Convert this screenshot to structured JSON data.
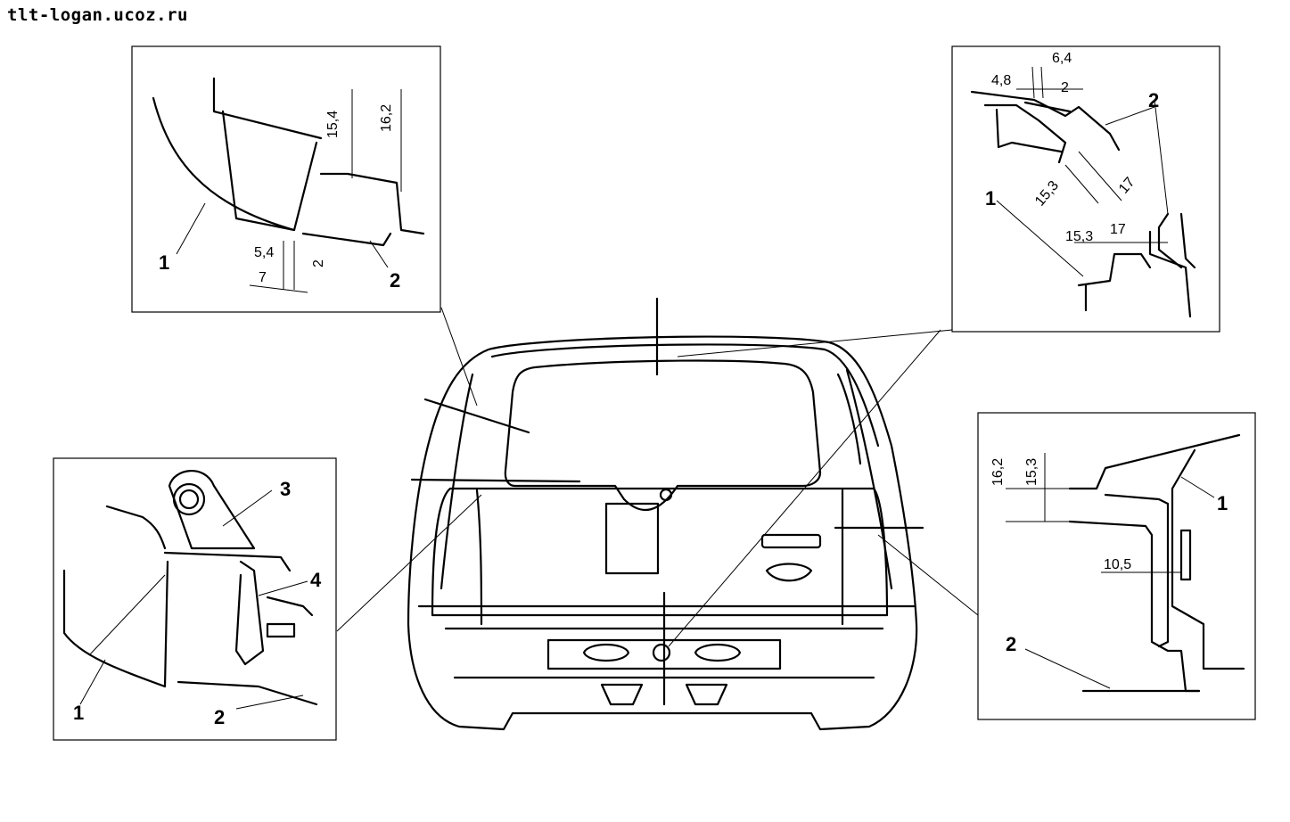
{
  "watermark": "tlt-logan.ucoz.ru",
  "callouts": {
    "top_left": {
      "part1": "1",
      "part2": "2",
      "d1": "15,4",
      "d2": "16,2",
      "d3": "5,4",
      "d4": "2",
      "d5": "7"
    },
    "top_right": {
      "part1": "1",
      "part2": "2",
      "d1": "6,4",
      "d2": "4,8",
      "d3": "2",
      "d4": "15,3",
      "d5": "17",
      "d6": "15,3",
      "d7": "17"
    },
    "bottom_left": {
      "part1": "1",
      "part2": "2",
      "part3": "3",
      "part4": "4"
    },
    "bottom_right": {
      "part1": "1",
      "part2": "2",
      "d1": "16,2",
      "d2": "15,3",
      "d3": "10,5"
    }
  }
}
